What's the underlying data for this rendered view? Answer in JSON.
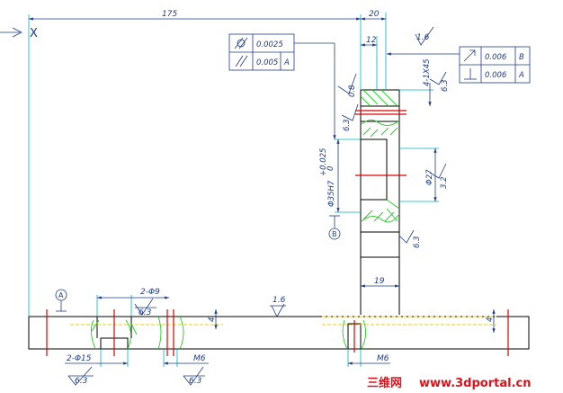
{
  "axis": {
    "label": "X"
  },
  "dimensions": {
    "overall_length": "175",
    "hub_width": "20",
    "hub_inner_width": "12",
    "ring_width": "19",
    "chamfer": "4-1X45",
    "bore_diameter": "Φ27",
    "hole_fit": "Φ35H7",
    "fit_upper": "+0.025",
    "fit_lower": "0",
    "holes_9": "2-Φ9",
    "holes_15": "2-Φ15",
    "thread_left": "M6",
    "thread_right": "M6",
    "step_left": "4",
    "step_right": "4"
  },
  "roughness": {
    "top": "1.6",
    "flange_top": "1.6",
    "hub_08": "0.8",
    "hub_63": "6.3",
    "bore_32": "3.2",
    "chamfer_63": "6.3",
    "ring_63": "6.3",
    "holes_15_63": "6.3",
    "holes_9_63": "6.3",
    "m6_63": "6.3"
  },
  "tolerance_frames": {
    "left": {
      "row1": {
        "symbol": "cylindricity",
        "value": "0.0025",
        "datum": ""
      },
      "row2": {
        "symbol": "parallelism",
        "value": "0.005",
        "datum": "A"
      }
    },
    "right": {
      "row1": {
        "symbol": "circular-runout",
        "value": "0.006",
        "datum": "B"
      },
      "row2": {
        "symbol": "perpendicularity",
        "value": "0.006",
        "datum": "A"
      }
    }
  },
  "datums": {
    "a": "A",
    "b": "B"
  },
  "watermark": {
    "cn": "三维网",
    "url": "www.3dportal.cn"
  },
  "colors": {
    "outline": "#000000",
    "dimension": "#1e3a8a",
    "extension": "#00b0c0",
    "section_hatch": "#22cc22",
    "center_line": "#e00000",
    "hidden_line": "#e8d000"
  }
}
